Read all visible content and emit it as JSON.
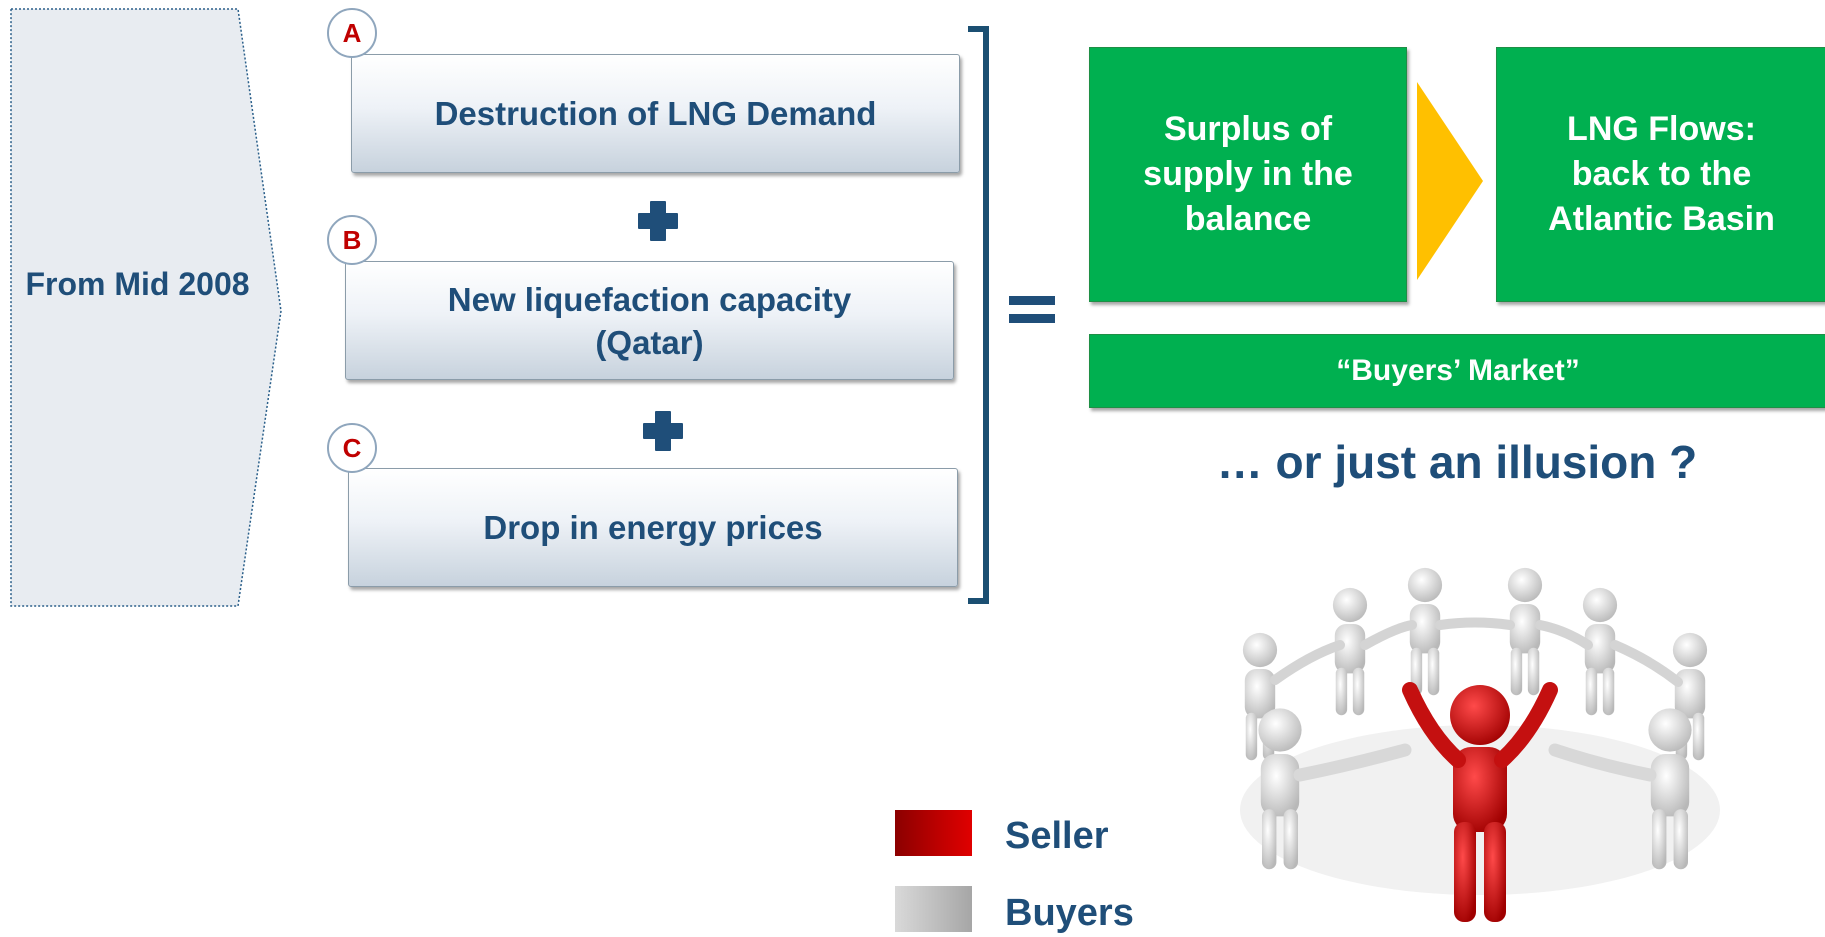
{
  "left_label": "From Mid 2008",
  "causes": [
    {
      "badge": "A",
      "text": "Destruction of LNG Demand"
    },
    {
      "badge": "B",
      "text": "New liquefaction capacity (Qatar)"
    },
    {
      "badge": "C",
      "text": "Drop in energy prices"
    }
  ],
  "outcomes": {
    "surplus": "Surplus of supply in the balance",
    "flows": "LNG Flows: back to the Atlantic Basin",
    "market": "“Buyers’ Market”"
  },
  "question": "… or just an illusion ?",
  "legend": [
    {
      "label": "Seller",
      "color": "#c00000"
    },
    {
      "label": "Buyers",
      "color": "#b3b3b3"
    }
  ],
  "colors": {
    "navy": "#1f4e79",
    "green": "#00b050",
    "arrow": "#ffc000",
    "badge_letter": "#c00000"
  }
}
